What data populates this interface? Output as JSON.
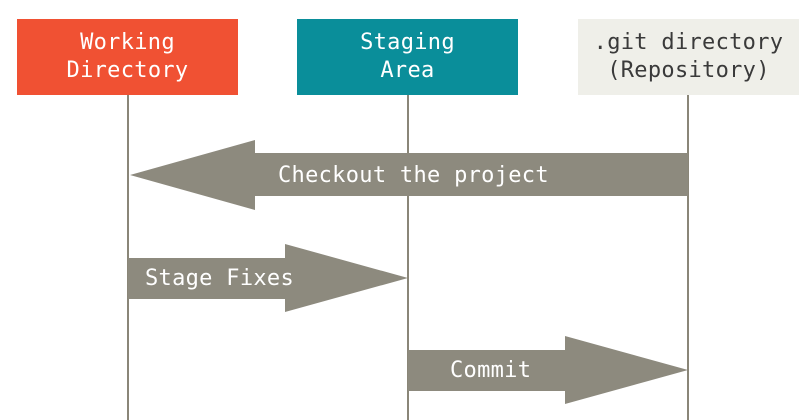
{
  "colors": {
    "working_fill": "#f05133",
    "working_text": "#ffffff",
    "staging_fill": "#0a8e9a",
    "staging_text": "#ffffff",
    "repo_fill": "#efefe9",
    "repo_text": "#3a3a3a",
    "lifeline": "#8a8678",
    "arrow_fill": "#8d8a7e",
    "arrow_text": "#ffffff"
  },
  "nodes": {
    "working": {
      "label": "Working\nDirectory"
    },
    "staging": {
      "label": "Staging\nArea"
    },
    "repo": {
      "label": ".git directory\n(Repository)"
    }
  },
  "arrows": [
    {
      "label": "Checkout the project",
      "from": "repo",
      "to": "working"
    },
    {
      "label": "Stage Fixes",
      "from": "working",
      "to": "staging"
    },
    {
      "label": "Commit",
      "from": "staging",
      "to": "repo"
    }
  ]
}
